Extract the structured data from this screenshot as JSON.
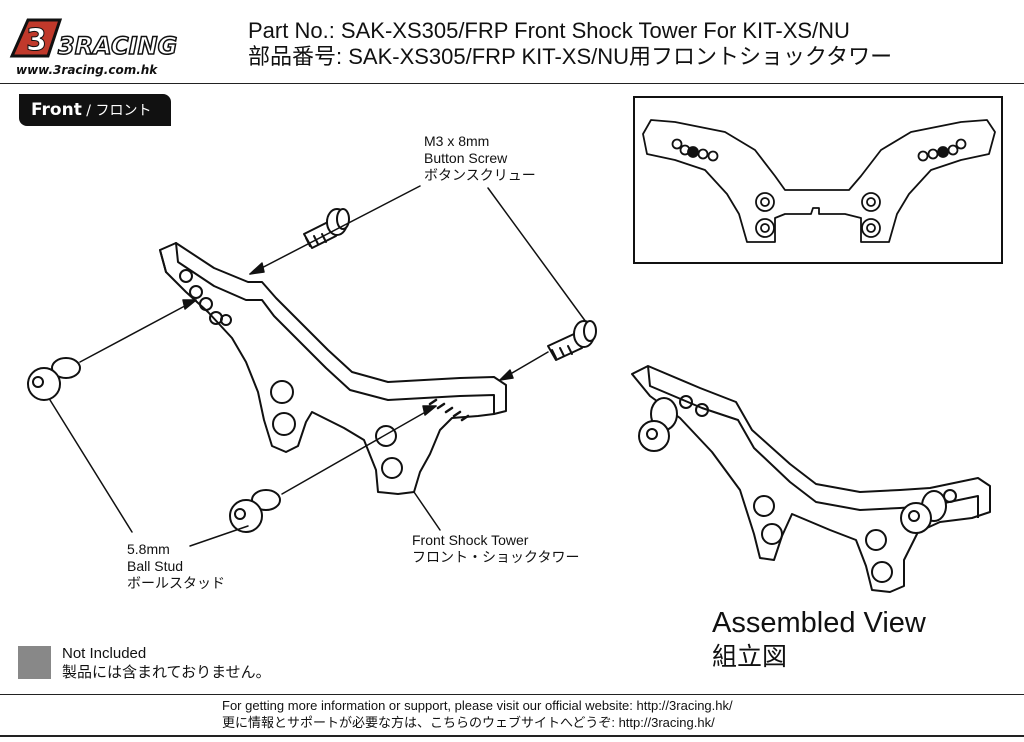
{
  "header": {
    "logo_text": "3RACING",
    "logo_url": "www.3racing.com.hk",
    "title_en": "Part No.: SAK-XS305/FRP  Front Shock Tower For KIT-XS/NU",
    "title_jp": "部品番号: SAK-XS305/FRP  KIT-XS/NU用フロントショックタワー"
  },
  "section_tag": {
    "label": "Front",
    "label_jp": " / フロント"
  },
  "callouts": {
    "screw": [
      "M3 x 8mm",
      "Button Screw",
      "ボタンスクリュー"
    ],
    "ball_stud": [
      "5.8mm",
      "Ball Stud",
      "ボールスタッド"
    ],
    "tower": [
      "Front Shock Tower",
      "フロント・ショックタワー"
    ]
  },
  "assembled": {
    "title": "Assembled View",
    "title_jp": "組立図"
  },
  "legend": {
    "label": "Not Included",
    "label_jp": "製品には含まれておりません。",
    "color": "#888888"
  },
  "footer": {
    "line1": "For getting more information or support, please visit our official website: http://3racing.hk/",
    "line2": "更に情報とサポートが必要な方は、こちらのウェブサイトへどうぞ: http://3racing.hk/"
  }
}
